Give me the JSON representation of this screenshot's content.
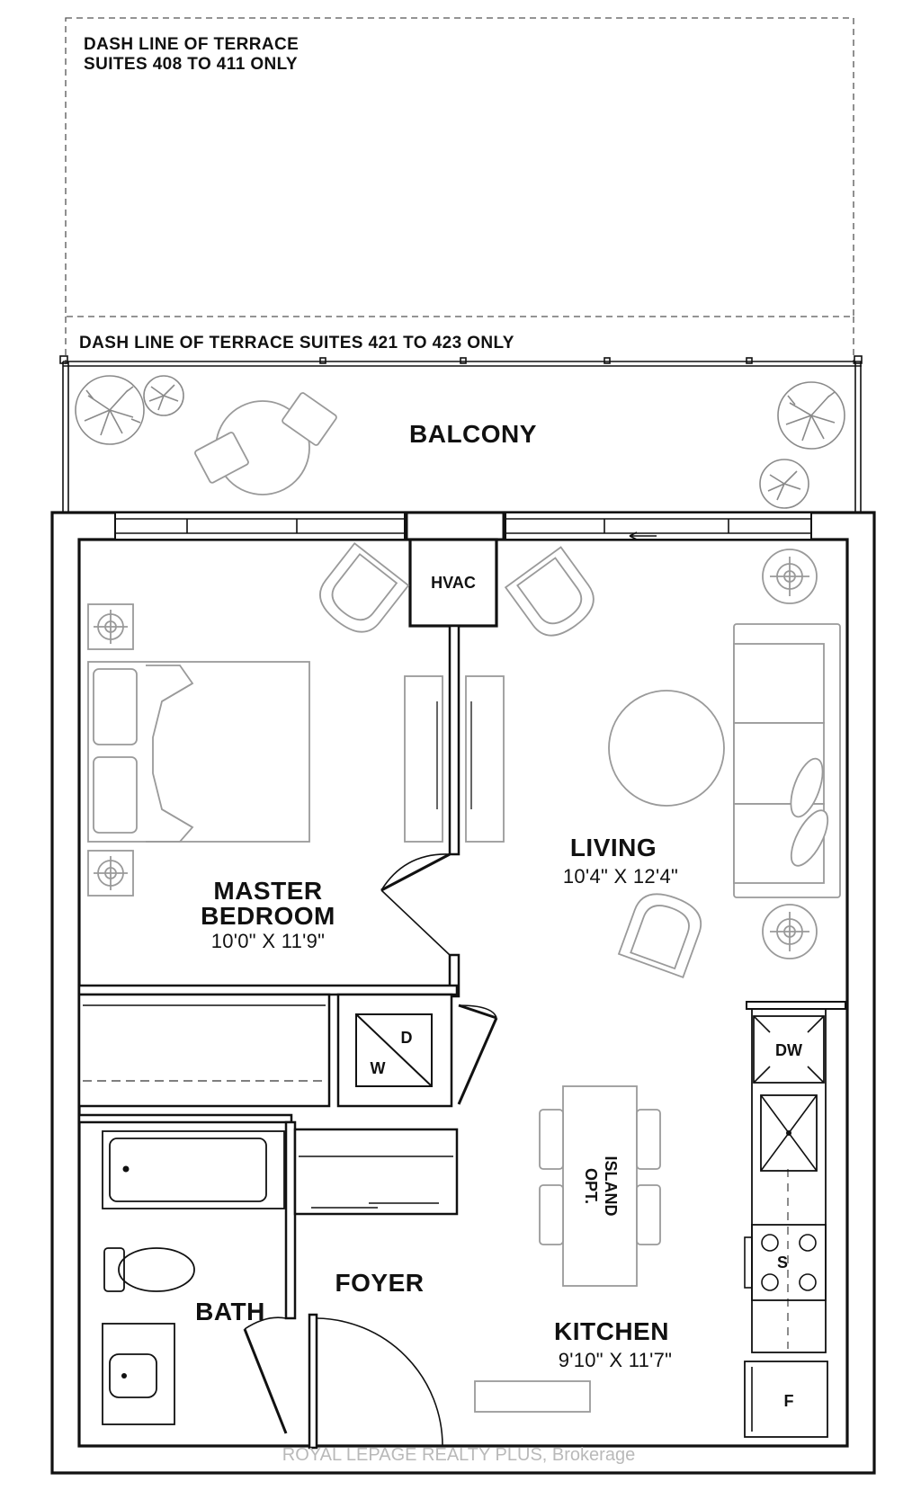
{
  "floorplan": {
    "notes": {
      "terrace_upper_line1": "DASH LINE OF TERRACE",
      "terrace_upper_line2": "SUITES 408 TO 411 ONLY",
      "terrace_lower": "DASH LINE OF TERRACE SUITES 421 TO 423 ONLY"
    },
    "rooms": {
      "balcony": {
        "name": "BALCONY"
      },
      "hvac": {
        "name": "HVAC"
      },
      "master_bedroom": {
        "name_line1": "MASTER",
        "name_line2": "BEDROOM",
        "dimensions": "10'0\" X 11'9\""
      },
      "living": {
        "name": "LIVING",
        "dimensions": "10'4\" X 12'4\""
      },
      "bath": {
        "name": "BATH"
      },
      "foyer": {
        "name": "FOYER"
      },
      "kitchen": {
        "name": "KITCHEN",
        "dimensions": "9'10\" X 11'7\""
      }
    },
    "appliances": {
      "dishwasher": "DW",
      "stove": "S",
      "fridge": "F",
      "dryer": "D",
      "washer": "W",
      "island_line1": "OPT.",
      "island_line2": "ISLAND"
    },
    "watermark": "ROYAL LEPAGE REALTY PLUS, Brokerage",
    "colors": {
      "wall": "#111111",
      "furniture": "#9a9a9a",
      "watermark": "#b9b9b9"
    },
    "icons": [
      "tree-icon",
      "chair-icon",
      "table-icon",
      "bed-icon",
      "sofa-icon",
      "toilet-icon",
      "bathtub-icon",
      "sink-icon",
      "door-swing-icon"
    ]
  }
}
